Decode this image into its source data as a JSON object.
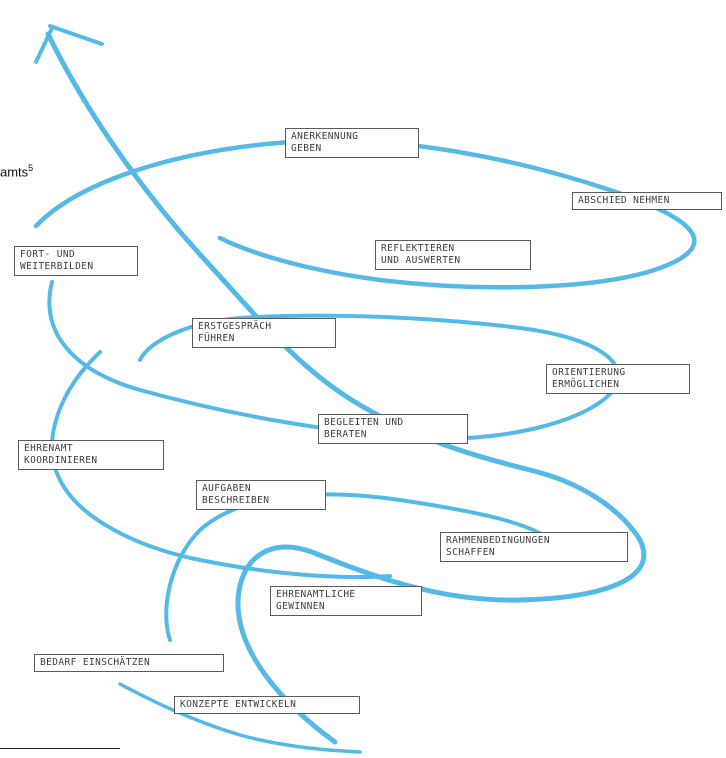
{
  "page": {
    "text_fragment": "amts",
    "footnote_ref": "5"
  },
  "diagram": {
    "spiral_color": "#47b4e6",
    "boxes": [
      {
        "key": "anerkennung",
        "lines": [
          "ANERKENNUNG",
          "GEBEN"
        ]
      },
      {
        "key": "abschied",
        "lines": [
          "ABSCHIED NEHMEN"
        ]
      },
      {
        "key": "reflektieren",
        "lines": [
          "REFLEKTIEREN",
          "UND AUSWERTEN"
        ]
      },
      {
        "key": "fort",
        "lines": [
          "FORT- UND",
          "WEITERBILDEN"
        ]
      },
      {
        "key": "erstgespraech",
        "lines": [
          "ERSTGESPRÄCH",
          "FÜHREN"
        ]
      },
      {
        "key": "orientierung",
        "lines": [
          "ORIENTIERUNG",
          "ERMÖGLICHEN"
        ]
      },
      {
        "key": "begleiten",
        "lines": [
          "BEGLEITEN UND",
          "BERATEN"
        ]
      },
      {
        "key": "ehrenamt",
        "lines": [
          "EHRENAMT",
          "KOORDINIEREN"
        ]
      },
      {
        "key": "aufgaben",
        "lines": [
          "AUFGABEN",
          "BESCHREIBEN"
        ]
      },
      {
        "key": "rahmen",
        "lines": [
          "RAHMENBEDINGUNGEN",
          "SCHAFFEN"
        ]
      },
      {
        "key": "gewinnen",
        "lines": [
          "EHRENAMTLICHE",
          "GEWINNEN"
        ]
      },
      {
        "key": "bedarf",
        "lines": [
          "BEDARF EINSCHÄTZEN"
        ]
      },
      {
        "key": "konzepte",
        "lines": [
          "KONZEPTE ENTWICKELN"
        ]
      }
    ]
  }
}
